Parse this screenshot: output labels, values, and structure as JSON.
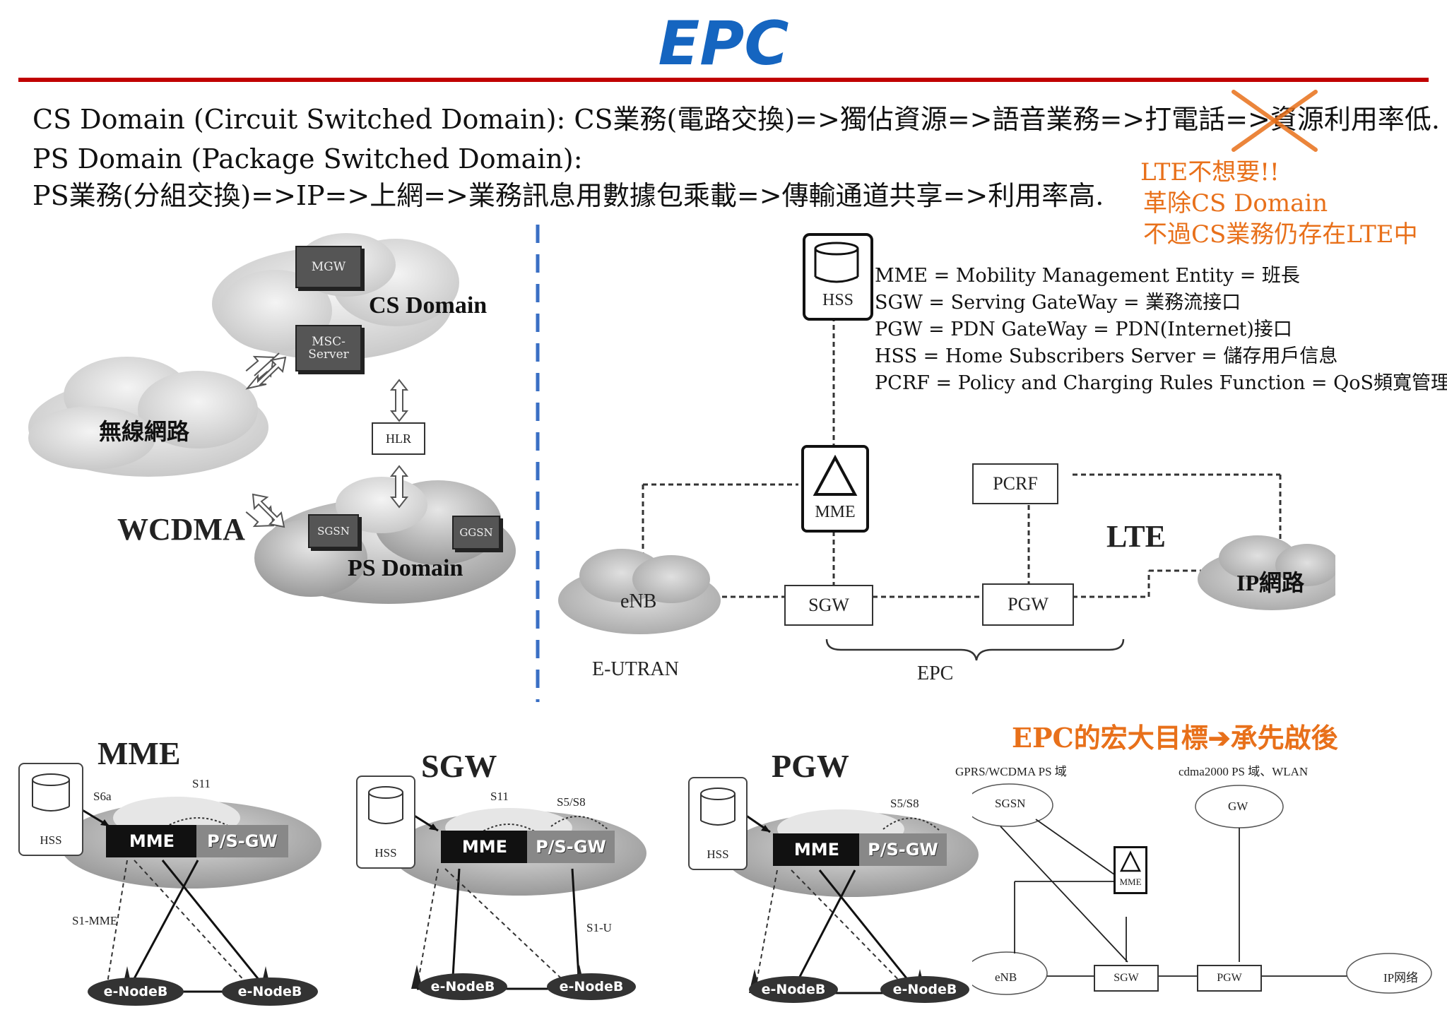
{
  "title": "EPC",
  "lines": {
    "cs": "CS Domain (Circuit Switched Domain): CS業務(電路交換)=>獨佔資源=>語音業務=>打電話=>資源利用率低.",
    "ps_head": "PS Domain (Package Switched Domain):",
    "ps": "PS業務(分組交換)=>IP=>上網=>業務訊息用數據包乘載=>傳輸通道共享=>利用率高."
  },
  "note": {
    "line1": "LTE不想要!!",
    "line2": "革除CS Domain",
    "line3": "不過CS業務仍存在LTE中"
  },
  "legend": [
    "MME = Mobility Management Entity = 班長",
    "SGW = Serving GateWay = 業務流接口",
    "PGW = PDN GateWay = PDN(Internet)接口",
    "HSS = Home Subscribers Server = 儲存用戶信息",
    "PCRF = Policy and Charging Rules Function = QoS頻寬管理"
  ],
  "wcdma": {
    "mgw": "MGW",
    "msc": "MSC-\nServer",
    "cs_domain": "CS Domain",
    "wireless": "無線網路",
    "hlr": "HLR",
    "sgsn": "SGSN",
    "ggsn": "GGSN",
    "ps_domain": "PS Domain",
    "label": "WCDMA"
  },
  "lte": {
    "hss": "HSS",
    "mme": "MME",
    "pcrf": "PCRF",
    "label": "LTE",
    "enb": "eNB",
    "sgw": "SGW",
    "pgw": "PGW",
    "ip": "IP網路",
    "eutran": "E-UTRAN",
    "epc": "EPC"
  },
  "panels": {
    "mme_title": "MME",
    "sgw_title": "SGW",
    "pgw_title": "PGW",
    "hss": "HSS",
    "mme": "MME",
    "psgw": "P/S-GW",
    "enodeb": "e-NodeB",
    "s6a": "S6a",
    "s11": "S11",
    "s1mme": "S1-MME",
    "s5s8": "S5/S8",
    "s1u": "S1-U"
  },
  "future": {
    "title": "EPC的宏大目標➔承先啟後",
    "gprs": "GPRS/WCDMA PS 域",
    "cdma": "cdma2000 PS 域、WLAN",
    "sgsn": "SGSN",
    "gw": "GW",
    "mme": "MME",
    "enb": "eNB",
    "sgw": "SGW",
    "pgw": "PGW",
    "ip": "IP网络"
  },
  "colors": {
    "title": "#1565c0",
    "accent": "#e8701a",
    "rule": "#c00000",
    "divider": "#3a6fc4"
  }
}
